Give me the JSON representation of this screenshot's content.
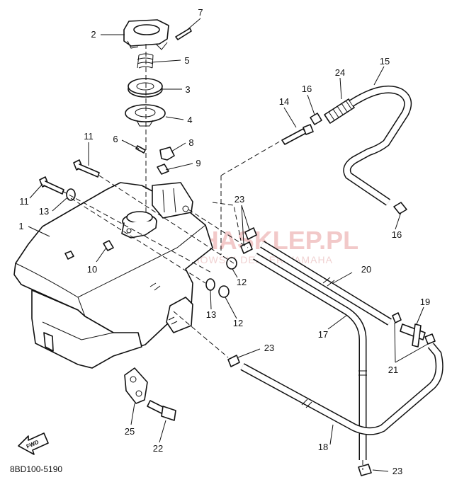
{
  "diagram_code": "8BD100-5190",
  "fwd_label": "FWD",
  "watermark": {
    "main": "YAMAHASKLEP.PL",
    "sub": "WOJCIECHOWSKI DEALER YAMAHA"
  },
  "callouts": [
    {
      "label": "1"
    },
    {
      "label": "2"
    },
    {
      "label": "3"
    },
    {
      "label": "4"
    },
    {
      "label": "5"
    },
    {
      "label": "6"
    },
    {
      "label": "7"
    },
    {
      "label": "8"
    },
    {
      "label": "9"
    },
    {
      "label": "10"
    },
    {
      "label": "11"
    },
    {
      "label": "11"
    },
    {
      "label": "12"
    },
    {
      "label": "12"
    },
    {
      "label": "13"
    },
    {
      "label": "13"
    },
    {
      "label": "14"
    },
    {
      "label": "15"
    },
    {
      "label": "16"
    },
    {
      "label": "16"
    },
    {
      "label": "17"
    },
    {
      "label": "18"
    },
    {
      "label": "19"
    },
    {
      "label": "20"
    },
    {
      "label": "21"
    },
    {
      "label": "22"
    },
    {
      "label": "23"
    },
    {
      "label": "23"
    },
    {
      "label": "23"
    },
    {
      "label": "24"
    },
    {
      "label": "25"
    }
  ]
}
